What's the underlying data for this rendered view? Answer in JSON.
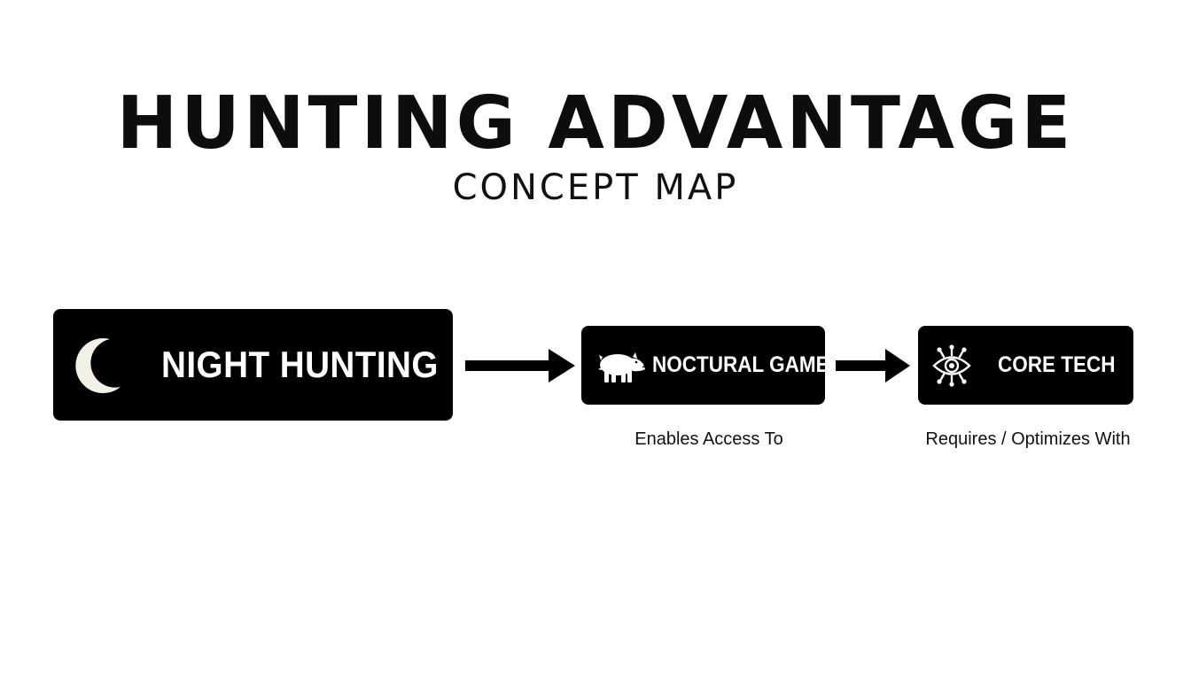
{
  "header": {
    "title": "HUNTING ADVANTAGE",
    "subtitle": "CONCEPT MAP"
  },
  "nodes": [
    {
      "label": "NIGHT HUNTING",
      "icon": "crescent-moon-icon"
    },
    {
      "label": "NOCTURAL GAME",
      "icon": "boar-icon"
    },
    {
      "label": "CORE TECH",
      "icon": "tech-eye-icon"
    }
  ],
  "edges": [
    {
      "from": "NIGHT HUNTING",
      "to": "NOCTURAL GAME",
      "label": "Enables Access To"
    },
    {
      "from": "NOCTURAL GAME",
      "to": "CORE TECH",
      "label": "Requires / Optimizes With"
    }
  ],
  "colors": {
    "node_fill": "#000000",
    "node_text": "#ffffff",
    "text": "#111111",
    "background": "#ffffff"
  }
}
